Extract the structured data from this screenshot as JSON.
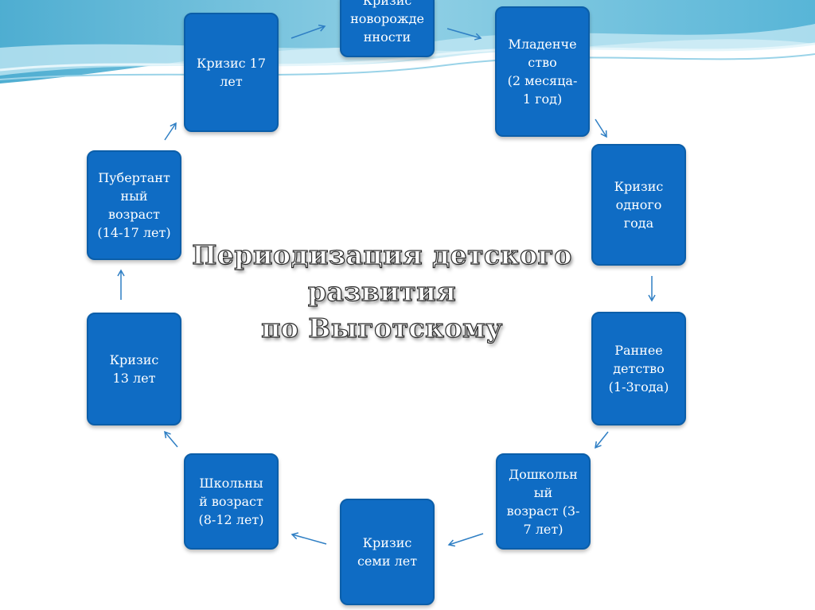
{
  "diagram": {
    "title": {
      "line1": "Периодизация детского",
      "line2": "развития",
      "line3": "по Выготскому"
    },
    "nodes": {
      "crisis_17": "Кризис 17\nлет",
      "crisis_newborn": "Кризис\nноворожде\nнности",
      "infancy": "Младенче\nство\n(2 месяца-\n1 год)",
      "crisis_one_year": "Кризис\nодного\nгода",
      "early_childhood": "Раннее\nдетство\n(1-3года)",
      "preschool": "Дошкольн\nый\nвозраст (3-\n7 лет)",
      "crisis_seven": "Кризис\nсеми лет",
      "school_age": "Школьны\nй возраст\n(8-12 лет)",
      "crisis_13": "Кризис\n13 лет",
      "pubertal": "Пубертант\nный\nвозраст\n(14-17 лет)"
    },
    "colors": {
      "node_fill": "#0f6cc4",
      "arrow": "#2f7fc4"
    }
  }
}
